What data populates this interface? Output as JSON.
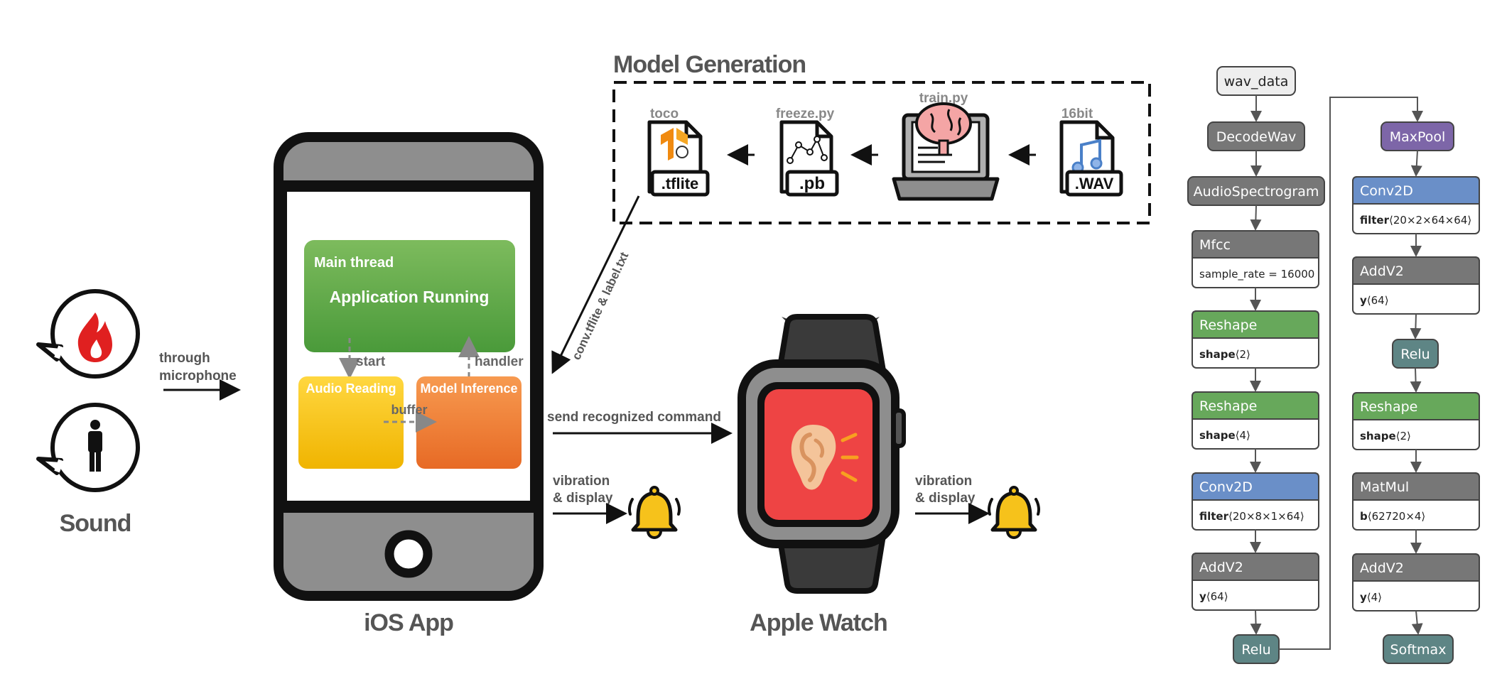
{
  "sound": {
    "label": "Sound",
    "through_label_1": "through",
    "through_label_2": "microphone",
    "icons": [
      "fire-icon",
      "person-icon"
    ]
  },
  "ios_app": {
    "label": "iOS App",
    "main_thread": "Main thread",
    "app_running": "Application Running",
    "start": "start",
    "handler": "handler",
    "audio_reading": "Audio Reading",
    "model_inference": "Model Inference",
    "buffer": "buffer"
  },
  "model_generation": {
    "title": "Model Generation",
    "conv_label": "conv.tflite & label.txt",
    "files": [
      {
        "caption": "toco",
        "badge": ".tflite"
      },
      {
        "caption": "freeze.py",
        "badge": ".pb"
      },
      {
        "caption": "train.py",
        "badge": ""
      },
      {
        "caption": "16bit",
        "badge": ".WAV"
      }
    ]
  },
  "commands": {
    "send": "send recognized command",
    "vibration_1": "vibration",
    "display_1": "& display",
    "vibration_2": "vibration",
    "display_2": "& display"
  },
  "watch": {
    "label": "Apple Watch"
  },
  "network": {
    "col1": [
      {
        "name": "wav_data",
        "attr": "",
        "kind": "input"
      },
      {
        "name": "DecodeWav",
        "attr": "",
        "kind": "op"
      },
      {
        "name": "AudioSpectrogram",
        "attr": "",
        "kind": "op"
      },
      {
        "name": "Mfcc",
        "attr": "sample_rate = 16000",
        "kind": "op"
      },
      {
        "name": "Reshape",
        "attr_key": "shape",
        "attr_val": "⟨2⟩",
        "kind": "green"
      },
      {
        "name": "Reshape",
        "attr_key": "shape",
        "attr_val": "⟨4⟩",
        "kind": "green"
      },
      {
        "name": "Conv2D",
        "attr_key": "filter",
        "attr_val": "⟨20×8×1×64⟩",
        "kind": "blue"
      },
      {
        "name": "AddV2",
        "attr_key": "y",
        "attr_val": "⟨64⟩",
        "kind": "op"
      },
      {
        "name": "Relu",
        "attr": "",
        "kind": "teal"
      }
    ],
    "col2": [
      {
        "name": "MaxPool",
        "attr": "",
        "kind": "purple"
      },
      {
        "name": "Conv2D",
        "attr_key": "filter",
        "attr_val": "⟨20×2×64×64⟩",
        "kind": "blue"
      },
      {
        "name": "AddV2",
        "attr_key": "y",
        "attr_val": "⟨64⟩",
        "kind": "op"
      },
      {
        "name": "Relu",
        "attr": "",
        "kind": "teal"
      },
      {
        "name": "Reshape",
        "attr_key": "shape",
        "attr_val": "⟨2⟩",
        "kind": "green"
      },
      {
        "name": "MatMul",
        "attr_key": "b",
        "attr_val": "⟨62720×4⟩",
        "kind": "op"
      },
      {
        "name": "AddV2",
        "attr_key": "y",
        "attr_val": "⟨4⟩",
        "kind": "op"
      },
      {
        "name": "Softmax",
        "attr": "",
        "kind": "teal"
      }
    ]
  },
  "colors": {
    "green": "#67a85b",
    "blue": "#6a8fc8",
    "gray_op": "#777777",
    "teal": "#5e8585",
    "purple": "#7d66a8",
    "bell": "#f6c21b",
    "watch_screen": "#ee4444"
  }
}
